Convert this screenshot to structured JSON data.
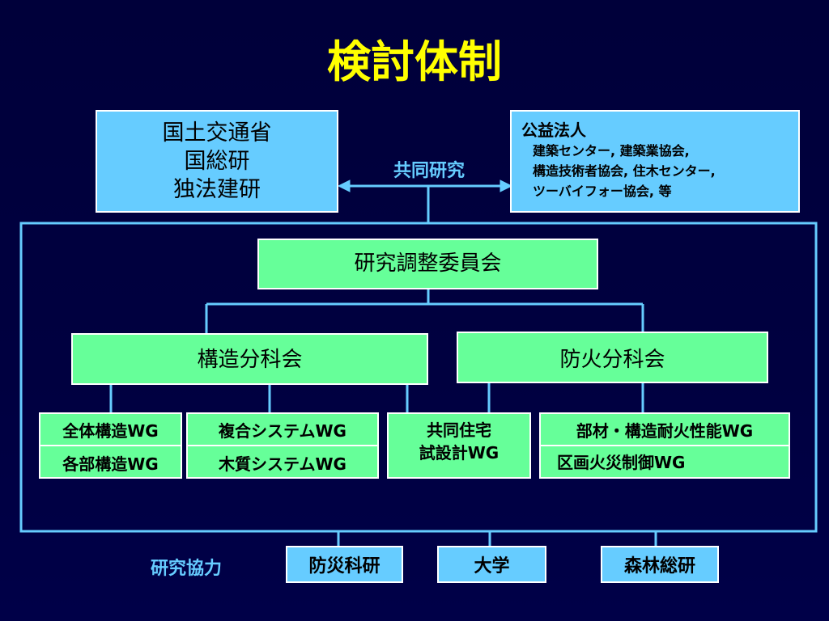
{
  "title": "検討体制",
  "colors": {
    "background": "#000040",
    "title": "#ffff00",
    "blue_box": "#66ccff",
    "green_box": "#66ff99",
    "connector": "#66ccff",
    "label": "#66ccff"
  },
  "top_left": {
    "lines": [
      "国土交通省",
      "国総研",
      "独法建研"
    ]
  },
  "top_right": {
    "heading": "公益法人",
    "lines": [
      "建築センター, 建築業協会,",
      "構造技術者協会, 住木センター,",
      "ツーバイフォー協会, 等"
    ]
  },
  "joint_label": "共同研究",
  "committee": "研究調整委員会",
  "subcommittees": {
    "structure": "構造分科会",
    "fire": "防火分科会"
  },
  "working_groups": {
    "whole_structure": "全体構造WG",
    "parts_structure": "各部構造WG",
    "composite_system": "複合システムWG",
    "wood_system": "木質システムWG",
    "joint_housing": [
      "共同住宅",
      "試設計WG"
    ],
    "fire_performance": "部材・構造耐火性能WG",
    "compartment_fire": "区画火災制御WG"
  },
  "cooperation": {
    "label": "研究協力",
    "items": [
      "防災科研",
      "大学",
      "森林総研"
    ]
  }
}
